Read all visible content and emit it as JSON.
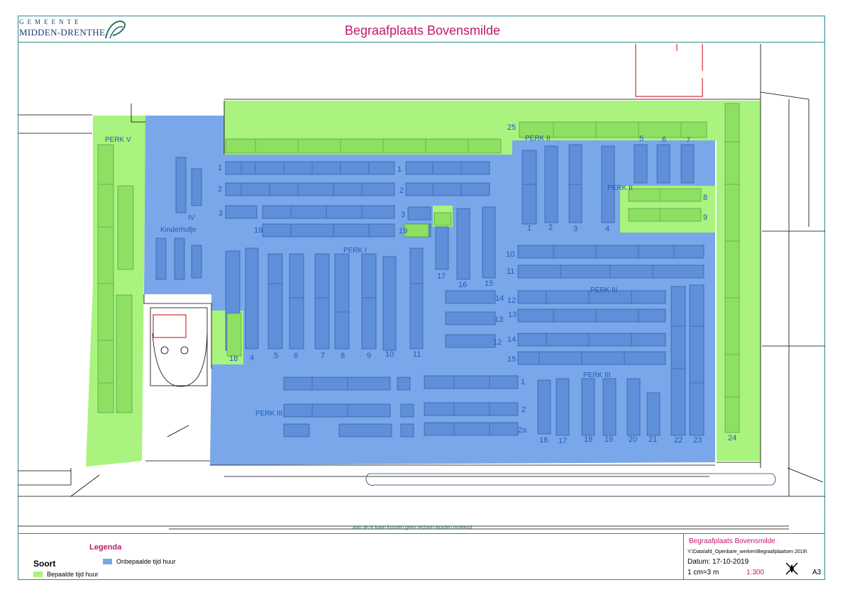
{
  "header": {
    "logo_top": "GEMEENTE",
    "logo_bottom": "MIDDEN-DRENTHE",
    "title": "Begraafplaats Bovensmilde"
  },
  "colors": {
    "onbepaalde": "#7aa7ea",
    "bepaalde": "#a9f37e",
    "title": "#c0186d",
    "frame": "#2e8b8b",
    "plot_edge": "#2a4d9a"
  },
  "map": {
    "section_labels": {
      "perk_v": "PERK V",
      "perk_iv": "IV",
      "kinderhofje": "Kinderhofje",
      "perk_i": "PERK I",
      "perk_ii_a": "PERK II",
      "perk_ii_b": "PERK II",
      "perk_iii_a": "PERK III",
      "perk_iii_b": "PERK III",
      "perk_iii_c": "PERK III"
    },
    "row_numbers": {
      "r1a": "1",
      "r2a": "2",
      "r3a": "3",
      "r19a": "19",
      "r1b": "1",
      "r2b": "2",
      "r3b": "3",
      "r19b": "19",
      "r18": "18",
      "r4": "4",
      "r5": "5",
      "r6": "6",
      "r7": "7",
      "r8": "8",
      "r9": "9",
      "r10": "10",
      "r11": "11",
      "r17": "17",
      "r16": "16",
      "r15": "15",
      "r25": "25",
      "p2_5": "5",
      "p2_6": "6",
      "p2_7": "7",
      "p2_8": "8",
      "p2_9": "9",
      "p2_1": "1",
      "p2_2": "2",
      "p2_3": "3",
      "p2_4": "4",
      "p3_10": "10",
      "p3_11": "11",
      "p3_12": "12",
      "p3_13": "13",
      "p3_14": "14",
      "p3_15": "15",
      "m14": "14",
      "m13": "13",
      "m12": "12",
      "s1": "1",
      "s2": "2",
      "s2a": "2a",
      "b16": "16",
      "b17": "17",
      "b18": "18",
      "b19": "19",
      "b20": "20",
      "b21": "21",
      "b22": "22",
      "b23": "23",
      "b24": "24"
    },
    "disclaimer": "Aan deze kaart kunnen geen rechten worden ontleend"
  },
  "legend": {
    "title": "Legenda",
    "soort": "Soort",
    "items": [
      {
        "label": "Onbepaalde tijd huur",
        "color": "#7aa7ea"
      },
      {
        "label": "Bepaalde tijd huur",
        "color": "#a9f37e"
      }
    ]
  },
  "titleblock": {
    "title": "Begraafplaats Bovensmilde",
    "path": "Y:\\Data\\afd_Openbare_werken\\Begraafplaatsen 2019\\",
    "date": "Datum: 17-10-2019",
    "cm": "1 cm=3 m",
    "scale": "1:300",
    "format": "A3"
  }
}
